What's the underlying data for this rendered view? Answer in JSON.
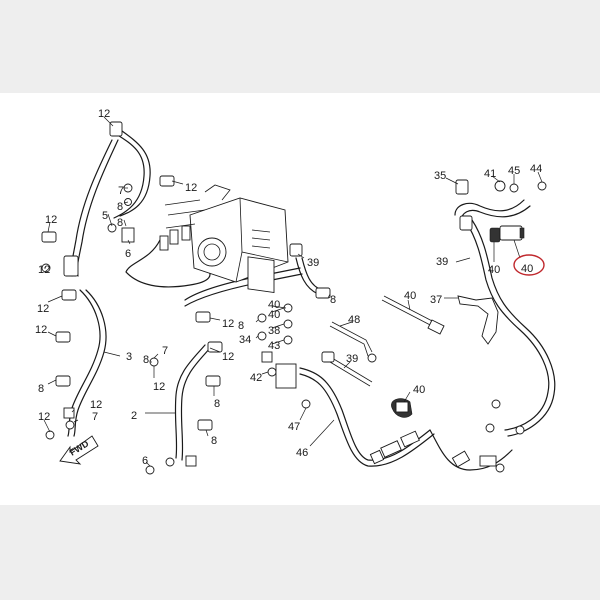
{
  "diagram": {
    "direction_arrow": {
      "label": "FWD"
    },
    "highlighted_part": "45",
    "highlight_color": "#c0282d",
    "callouts": [
      {
        "label": "12"
      },
      {
        "label": "7"
      },
      {
        "label": "12"
      },
      {
        "label": "5"
      },
      {
        "label": "8"
      },
      {
        "label": "8"
      },
      {
        "label": "6"
      },
      {
        "label": "12"
      },
      {
        "label": "12"
      },
      {
        "label": "12"
      },
      {
        "label": "3"
      },
      {
        "label": "12"
      },
      {
        "label": "8"
      },
      {
        "label": "7"
      },
      {
        "label": "8"
      },
      {
        "label": "2"
      },
      {
        "label": "12"
      },
      {
        "label": "12"
      },
      {
        "label": "8"
      },
      {
        "label": "8"
      },
      {
        "label": "6"
      },
      {
        "label": "12"
      },
      {
        "label": "12"
      },
      {
        "label": "12"
      },
      {
        "label": "7"
      },
      {
        "label": "39"
      },
      {
        "label": "8"
      },
      {
        "label": "40"
      },
      {
        "label": "8"
      },
      {
        "label": "40"
      },
      {
        "label": "38"
      },
      {
        "label": "34"
      },
      {
        "label": "43"
      },
      {
        "label": "42"
      },
      {
        "label": "47"
      },
      {
        "label": "46"
      },
      {
        "label": "48"
      },
      {
        "label": "39"
      },
      {
        "label": "40"
      },
      {
        "label": "40"
      },
      {
        "label": "35"
      },
      {
        "label": "41"
      },
      {
        "label": "45"
      },
      {
        "label": "44"
      },
      {
        "label": "39"
      },
      {
        "label": "40"
      },
      {
        "label": "40"
      },
      {
        "label": "37"
      }
    ]
  }
}
